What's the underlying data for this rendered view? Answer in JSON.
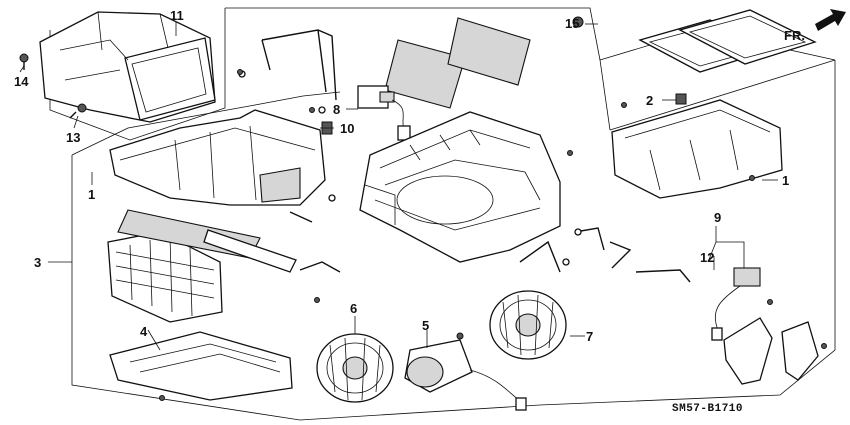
{
  "diagram": {
    "direction_label": "FR.",
    "drawing_code": "SM57-B1710",
    "callouts": {
      "c1a": "1",
      "c1b": "1",
      "c2": "2",
      "c3": "3",
      "c4": "4",
      "c5": "5",
      "c6": "6",
      "c7": "7",
      "c8": "8",
      "c9": "9",
      "c10": "10",
      "c11": "11",
      "c12": "12",
      "c13": "13",
      "c14": "14",
      "c15": "15"
    }
  }
}
